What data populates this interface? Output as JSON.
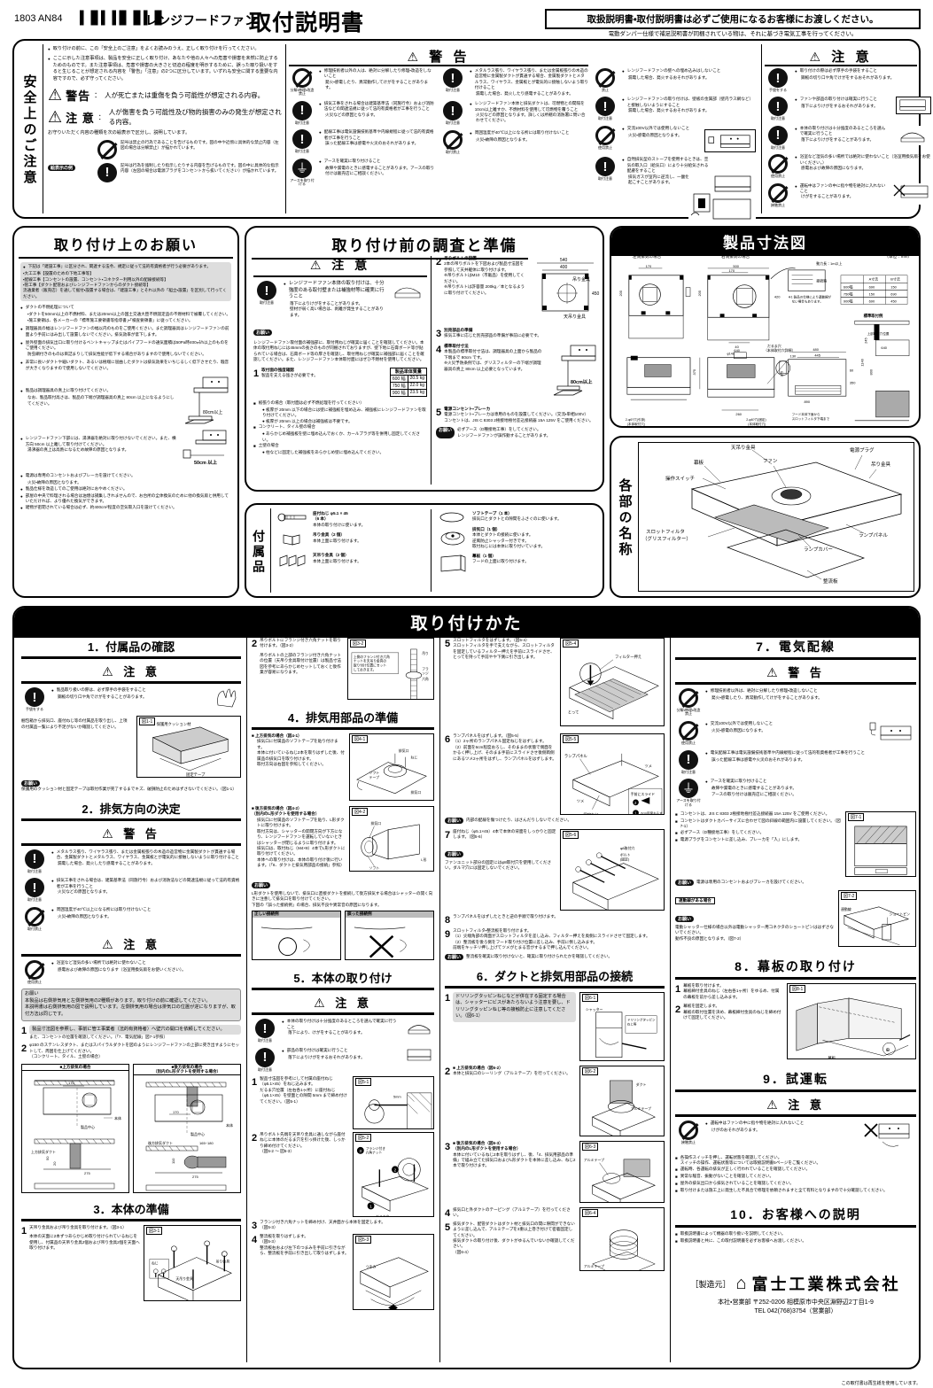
{
  "header": {
    "doc_code": "1803 AN84",
    "barcode": "barcode",
    "product_kind": "レンジフードファン",
    "title": "取付説明書",
    "notice_box": "取扱説明書・取付説明書は必ずご使用になるお客様にお渡しください。",
    "notice_sub": "電動ダンパー仕様で補足説明書が同梱されている物は、それに基づき電気工事を行ってください。"
  },
  "safety": {
    "side_title": "安全上のご注意",
    "intro": [
      "取り付けの前に、この「安全上のご注意」をよくお読みのうえ、正しく取り付けを行ってください。",
      "ここに示した注意事項は、製品を安全に正しく取り付け、あなたや他の人々への危害や損害を未然に防止するためのものです。また注意事項は、危害や損害の大きさと切迫の程度を明示するために、誤った取り扱いをすると生じることが想定される内容を「警告」「注意」の2つに区分しています。いずれも安全に関する重要な内容ですので、必ず守ってください。"
    ],
    "warning_def": {
      "label": "警告",
      "text": "人が死亡または重傷を負う可能性が想定される内容。"
    },
    "caution_def": {
      "label": "注 意",
      "text": "人が傷害を負う可能性及び物的損害のみの発生が想定される内容。"
    },
    "symbol_lead": "お守りいただく内容の種類を次の絵表示で区分し、説明しています。",
    "symbol_badge": "絵表示の例",
    "symbols": [
      {
        "icon": "prohibition-icon",
        "text": "記号は禁止の行為であることを告げるものです。図の中や近傍に具体的な禁止内容（左図の場合は分解禁止）が描かれています。"
      },
      {
        "icon": "mandatory-icon",
        "text": "記号は行為を強制したり指示したりする内容を告げるものです。図の中に具体的な指示内容（左図の場合は電源プラグをコンセントから抜いてください）が描かれています。"
      }
    ],
    "warning_heading": "警 告",
    "caution_heading": "注 意",
    "warnings_col1": [
      {
        "icon": "disassembly-prohibited-icon",
        "cap": "分解・修理・改造禁止",
        "title": "修理技術者以外の人は、絶対に分解したり修理・改造をしないこと",
        "sub": "発火・感電したり、異常動作してけがをすることがあります。"
      },
      {
        "icon": "mandatory-icon",
        "cap": "取付注意",
        "title": "排気工事をされる場合は建築基準法（同施行令）および消防法などの関連法規に従って法的有資格者が工事を行うこと",
        "sub": "火災などの原因となります。"
      },
      {
        "icon": "mandatory-icon",
        "cap": "取付注意",
        "title": "配線工事は電気設備技術基準や内線規程に従って法的有資格者が工事を行うこと",
        "sub": "誤った配線工事は感電や火災のおそれがあります。"
      },
      {
        "icon": "earth-icon",
        "cap": "アースを取り付ける",
        "title": "アースを確実に取り付けること",
        "sub": "故障や漏電のときに感電することがあります。アースの取り付けは販売店にご相談ください。"
      }
    ],
    "warnings_col2": [
      {
        "icon": "mandatory-icon",
        "cap": "取付注意",
        "title": "メタルラス張り、ワイヤラス張り、または金属板張りの木造の造営物に金属製ダクトが貫通する場合、金属製ダクトとメタルラス、ワイヤラス、金属板とが電気的に接触しないよう取り付けること",
        "sub": "漏電した場合、発火したり感電することがあります。"
      },
      {
        "icon": "mandatory-icon",
        "cap": "取付注意",
        "title": "レンジフードファン本体と排気ダクトは、可燃物との間隔を10cm以上離すか、不燃材料を使用して可燃物を覆うこと",
        "sub": "火災などの原因となります。詳しくは所轄の消防署に問い合わせてください。"
      },
      {
        "icon": "prohibition-icon",
        "cap": "取付禁止",
        "title": "周囲温度が40℃以上になる所には取り付けないこと",
        "sub": "火災・故障の原因となります。"
      }
    ],
    "warnings_col3": [
      {
        "icon": "prohibition-icon",
        "cap": "禁止",
        "title": "レンジフードファンの壁への埋め込みはしないこと",
        "sub": "漏電した場合、発火するおそれがあります。"
      },
      {
        "icon": "mandatory-icon",
        "cap": "取付注意",
        "title": "レンジフードファンの取り付けは、壁板の金属部（壁内ラス網など）と接触しないようにすること",
        "sub": "漏電した場合、発火するおそれがあります。"
      },
      {
        "icon": "prohibition-icon",
        "cap": "使用禁止",
        "title": "交流100V以外では使用しないこと",
        "sub": "火災・感電の原因となります。"
      },
      {
        "icon": "mandatory-icon",
        "cap": "取付注意",
        "title": "自然排気型のストーブを使用するときは、空気の取入口（給気口）により十分給気される配慮をすること",
        "sub": "排気ガスが室内に逆流し、一酸化炭素中毒を起こすことがあります。"
      }
    ],
    "cautions": [
      {
        "icon": "mandatory-icon",
        "cap": "手袋をする",
        "title": "取り付けの際は必ず厚手の手袋をすること",
        "sub": "鋼板の切り口や角でけがをするおそれがあります。"
      },
      {
        "icon": "mandatory-icon",
        "cap": "取付注意",
        "title": "ファンや部品の取り付けは確実に行うこと",
        "sub": "落下によりけがをするおそれがあります。"
      },
      {
        "icon": "mandatory-icon",
        "cap": "取付注意",
        "title": "本体の取り付けは十分強度のあるところを選んで確実に行うこと",
        "sub": "落下によりけがをすることがあります。"
      },
      {
        "icon": "prohibition-icon",
        "cap": "使用禁止",
        "title": "浴室など湿気の多い場所では絶対に使わないこと（浴室用換気扇をお使いください。）",
        "sub": "感電および故障の原因になります。"
      },
      {
        "icon": "no-touch-icon",
        "cap": "接触禁止",
        "title": "運転中はファンの中に指や物を絶対に入れないこと",
        "sub": "けがをすることがあります。"
      }
    ]
  },
  "request": {
    "title": "取り付け上のお願い",
    "gray_block": {
      "lead": "下記は「建設工事」に区分され、関連する法令、規定に従って法的有資格者が行う必要があります。",
      "items": [
        "・大工工事【設置のための下地工事等】",
        "・配線工事【コンセントの設置、コンセント・コネクター利用以外の配線接続等】",
        "・管工事【ダクト配管およびレンジフードファンからのダクト接続等】"
      ],
      "tail": "流通業者（販売店）を通して据付・設置する場合は、「建設工事」とそれ以外の「組立・設置」を区別して行ってください。"
    },
    "items": [
      {
        "head": "ダクトの不燃処理について",
        "lines": [
          "・ダクトを50mm以上の不燃材料、または20mm以上の国土交通大臣不燃認定品の不燃材料で被覆してください。",
          "・施工要領は、各メーカーの「標準施工要領書等指導書」・「検査要領書」に従ってください。"
        ]
      },
      {
        "head": "調理器具の幅はレンジフードファンの幅以内のものをご使用ください。また調理器具はレンジフードファンの前面より手前にはみ出して設置しないでください。排気効率が低下します。",
        "lines": []
      },
      {
        "head": "屋外壁面の排気出口に取り付けるベントキャップまたはパイプフードの通気面積は50Pa時400㎥/h以上のものをご使用ください。",
        "lines": [
          "防虫網付きのものは目詰まりして排気性能が低下する場合がありますので使用しないでください。"
        ]
      },
      {
        "head": "非常に長いダクトや細いダクト、あるいは極端に屈曲したダクトは排気効果をいちじるしく低下させたり、騒音が大きくなりますので使用しないでください。",
        "lines": []
      },
      {
        "head": "製品は調理器具の真上に取り付けてください。",
        "lines": [
          "なお、製品取付高さは、製品の下端が調理器具の真上 80cm 以上になるようにしてください。"
        ]
      },
      {
        "head": "レンジフードファン下部には、湯沸器を絶対に取り付けないでください。また、横方向 50cm 以上離して取り付けてください。",
        "lines": [
          "湯沸器の真上は高熱になるため故障の原因となります。"
        ]
      },
      {
        "head": "電源は専用のコンセントおよびブレーカを設けてください。",
        "lines": [
          "火災・故障の原因となります。"
        ]
      },
      {
        "head": "製品仕様を改造してのご使用は絶対におやめください。",
        "lines": []
      },
      {
        "head": "部屋の中央で料理される場合は油煙は捕集しきれませんので、お台所の全体換気のために他の換気扇と併用していただければ、より優れた換気ができます。",
        "lines": []
      },
      {
        "head": "建物が密閉されている場合は必ず、約400cm²程度の空気取入口を設けてください。",
        "lines": []
      }
    ],
    "fig_caption_80": "80cm以上",
    "fig_caption_50": "50cm 以上"
  },
  "survey": {
    "title": "取り付け前の調査と準備",
    "caution_heading": "注 意",
    "caution": {
      "icon": "mandatory-icon",
      "cap": "取付注意",
      "title": "レンジフードファン本体の取り付けは、十分強度のある取付壁または補強材等に確実に行うこと",
      "sub": "落下によりけがをすることがあります。\n壁材が弱く高い場合は、剥離が発生することがあります。"
    },
    "onegai_badge": "お願い",
    "onegai_text": "レンジフードファン取付面の補強部に、取付用ねじが確実に届くことを確認してください。本体の取付用ねじには45mmの長さのものが同梱されておりますが、壁下地に石膏ボード等が貼られている場合は、石膏ボード等の厚さを確認し、取付用ねじが確実に補強部に届くことを確認してください。また、レンジフードファン本体取付面にはぜひ不燃材を使用してください。",
    "steps": [
      {
        "n": "1",
        "head": "取付面の強度確認",
        "body": "製品を支える強さが必要です。"
      },
      {
        "n": "2",
        "head": "吊りボルトの設置",
        "body": "2本の吊りボルトを下図および製品寸法図を参照して天井躯体に取り付けます。\n※吊りボルトはM10（市販品）を使用してください。\n※吊りボルトは許容量 200kg／本となるように取り付けてください。"
      },
      {
        "n": "3",
        "head": "別売部品の準備",
        "body": "排気工事に応じた別売部品の準備が事前に必要です。"
      },
      {
        "n": "4",
        "head": "標準取付寸法",
        "body": "本製品の標準取付寸法は、調理器具の上面から製品の下端まで 80cm です。\n※火災予防条例では、グリスフィルターの下端が調理器具の真上 80cm 以上必要となっています。"
      },
      {
        "n": "5",
        "head": "電源コンセント・ブレーカ",
        "body": "電源コンセント・ブレーカは専用のものを設置してください。（交流・単相100V）\nコンセントは、JIS C 8303 2極接地極付差込接続器 15A 125V をご使用ください。"
      }
    ],
    "weight_table": {
      "title": "製品単体質量",
      "rows": [
        [
          "600 幅",
          "20.5 kg"
        ],
        [
          "750 幅",
          "22.0 kg"
        ],
        [
          "900 幅",
          "23.5 kg"
        ]
      ]
    },
    "wall_types": [
      {
        "head": "板張りの場合（取付面は必ず不燃処理を行ってください）",
        "lines": [
          "●  板厚が 20mm 以下の場合には壁に補強板を埋め込み、補強板にレンジフードファンを取り付けてください。",
          "●  板厚が 20mm 以上の場合は補強板は不要です。"
        ]
      },
      {
        "head": "コンクリート、タイル壁の場合",
        "lines": [
          "●  あらかじめ補強板を壁に埋め込んでおくか、カールプラグ等を併用し固定してください。"
        ]
      },
      {
        "head": "土壁の場合",
        "lines": [
          "●  柱などに固定した補強板をあらかじめ壁に埋め込んでください。"
        ]
      }
    ],
    "final_note_badge": "お願い",
    "final_note": "必ずアース（D種接地工事）をしてください。\nレンジフードファンが誤作動することがあります。",
    "fig_dims": [
      "540",
      "400",
      "450",
      "吊り金具",
      "天吊り金具"
    ],
    "fig80": "80cm以上"
  },
  "dimensions": {
    "title": "製品寸法図",
    "unit": "（単位：mm）",
    "labels": {
      "left_exhaust": "左側排気の場合",
      "right_exhaust": "右側排気の場合",
      "cord": "動力長：1m以上",
      "junction": "接続箱",
      "footnote": "※1 製品の仕様により連動線がない場合もあります。",
      "daruma": "だるま穴\n（本体取付穴詳細）",
      "standard_example": "標準取付例",
      "hood_note": "フード本体下面から\nスロットフィルタ下端まで",
      "screw_hole_a": "2-φ6？穴（引掛）\n（本体取付穴）",
      "screw_hole_b": "2-φ6？穴（固定）\n（本体取付穴）",
      "upper_hole": "上部取付穴位置"
    },
    "table": {
      "headers": [
        "",
        "A寸法",
        "B寸法"
      ],
      "rows": [
        [
          "600幅",
          "690",
          "150"
        ],
        [
          "750幅",
          "150",
          "690"
        ],
        [
          "900幅",
          "690",
          "450"
        ]
      ]
    },
    "dims": [
      "500",
      "170",
      "205",
      "420",
      "40",
      "540",
      "480",
      "130",
      "445",
      "60",
      "375",
      "350",
      "890",
      "640",
      "1140",
      "600",
      "275",
      "260",
      "245",
      "165"
    ]
  },
  "parts": {
    "side_title": "各部の名称",
    "callouts": [
      "天吊り金具",
      "電源プラグ",
      "吊り金具",
      "幕板",
      "ファン",
      "操作スイッチ",
      "スロットフィルタ\n（グリスフィルター）",
      "ランプカバー",
      "ランプパネル",
      "整流板"
    ]
  },
  "accessories": {
    "side_title": "付属品",
    "items": [
      {
        "icon": "screw-icon",
        "name": "座付ねじ φ5.1 × 45\n（6 本）",
        "desc": "本体の取り付けに使います。"
      },
      {
        "icon": "bracket-icon",
        "name": "吊り金具（2 個）",
        "desc": "本体上面に取り付けます。"
      },
      {
        "icon": "ceiling-bracket-icon",
        "name": "天吊り金具（2 個）",
        "desc": "本体上面に取り付けます。"
      },
      {
        "icon": "soft-tape-icon",
        "name": "ソフトテープ（1 本）",
        "desc": "排気口とダクトとの隙間をふさぐのに使います。"
      },
      {
        "icon": "exhaust-port-icon",
        "name": "排気口（1 個）",
        "desc": "本体とダクトの接続に使います。\n逆風防止シャッター付きです。\n取付ねじには本体に取り付いています。"
      },
      {
        "icon": "front-panel-icon",
        "name": "幕板（1 個）",
        "desc": "フードの上面に取り付けます。"
      }
    ]
  },
  "install": {
    "title": "取り付けかた",
    "s1": {
      "title": "1．付属品の確認",
      "caution_heading": "注 意",
      "caution": {
        "icon": "mandatory-icon",
        "cap": "手袋をする",
        "title": "製品取り扱いの際は、必ず厚手の手袋をすること",
        "sub": "鋼板の切り口や角でけがをすることがあります。"
      },
      "body": "梱包箱から排気口、座付ねじ等の付属品を取り出し、上項の付属品一覧により不足がないか確認してください。",
      "onegai_badge": "お願い",
      "onegai": "保護用のクッション材と固定テープは取付作業が完了するまでキズ、破損防止のためはずさないでください。（図1-1）",
      "fig": "図1-1",
      "fig_labels": [
        "保護用クッション材",
        "固定テープ"
      ]
    },
    "s2": {
      "title": "2．排気方向の決定",
      "warning_heading": "警 告",
      "warnings": [
        {
          "icon": "mandatory-icon",
          "cap": "取付注意",
          "title": "メタルラス張り、ワイヤラス張り、または金属板張りの木造の造営物に金属製ダクトが貫通する場合、金属製ダクトとメタルラス、ワイヤラス、金属板とが電気的に接触しないように取り付けること",
          "sub": "漏電した場合、発火したり感電することがあります。"
        },
        {
          "icon": "mandatory-icon",
          "cap": "取付注意",
          "title": "排気工事をされる場合は、建築基準法（同施行令）および消防法などの関連法規に従って法的有資格者が工事を行うこと",
          "sub": "火災などの原因となります。"
        },
        {
          "icon": "prohibition-icon",
          "cap": "取付禁止",
          "title": "周囲温度が40℃以上になる所には取り付けないこと",
          "sub": "火災・故障の原因となります。"
        }
      ],
      "caution_heading": "注 意",
      "cautions": [
        {
          "icon": "prohibition-icon",
          "cap": "使用禁止",
          "title": "浴室など湿気の多い場所では絶対に使わないこと",
          "sub": "感電および故障の原因になります（浴室用換気扇をお使いください）。"
        }
      ],
      "onegai_box": "お願い\n本製品は右側排気用と左側排気用の2種類があります。取り付けの前に確認してください。\n本説明書は右側排気用の図で説明しています。左側排気用の場合は排気口の位置が逆になりますが、取付方法は同じです。",
      "steps": [
        {
          "n": "1",
          "gray": "製品寸法図を参照し、事前に管工事業者（法的有資格者）へ壁穴の開口を依頼してください。",
          "body": "また、コンセントの位置を確認してください。（「7．電気配線」図7-1参照）"
        },
        {
          "n": "2",
          "gray": "",
          "body": "φ150 のステンレスダクト、またはスパイラルダクトを図のようにレンジフードファンの上部に突き出すようにセットして、周囲を仕上げてください。\n（コンクリート、タイル、土壁の場合）"
        }
      ],
      "fig_a_title": "■上方排気の場合",
      "fig_b_title": "■後方排気の場合\n（別内のL形ダクトを使用する場合）",
      "fig_labels": [
        "170",
        "本体",
        "製品中心",
        "上方排気ダクト",
        "後方排気ダクト",
        "165～180",
        "275",
        "50",
        "20",
        "110"
      ]
    },
    "s3": {
      "title": "3．本体の準備",
      "steps": [
        {
          "n": "1",
          "head": "天吊り金具および吊り金具を取り付けます。（図3-1）",
          "body": "本体の天面に2本ずつあらかじめ取り付けられているねじを使用し、付属品の天吊り金具2個および吊り金具2個を天面へ取り付けます。",
          "fig": "図3-1"
        },
        {
          "n": "2",
          "head": "吊りボルトにフランジ付き六角ナットを取り付けます。（図3-2）",
          "body": "吊りボルトの上部のフランジ付き六角ナットの位置（天吊り金具取付け位置）は製品寸法図を参考にあらかじめセットしておくと後作業が容易になります。",
          "fig": "図3-2"
        }
      ],
      "fig_labels": [
        "ねじ",
        "吊り金具",
        "天吊り金具",
        "吊りボルト",
        "フランジ付き六角ナット",
        "上部のフランジ付き六角ナットを天吊り金具の取り付け位置にセットしておきます。"
      ]
    },
    "s4": {
      "title": "4．排気用部品の準備",
      "blocks": [
        {
          "head": "■ 上方排気の場合（図4-1）",
          "body": "排気口に付属品のソフトテープを貼り付けます。\n本体に付いているねじ2本を取りはずした後、付属品の排気口を取り付けます。\n取付方向は右図を参照してください。",
          "fig": "図4-1"
        },
        {
          "head": "■ 後方排気の場合（図4-2）\n（別内のL形ダクトを使用する場合）",
          "body": "排気口に付属品のソフトテープを貼り、L形ダクトに取り付けます。\n取付方向は、シャッターの開閉方向が下方になり、レンジフードファンを運転していないときはシャッターが閉じるように取り付けます。\n排気口は、取付ねじ（M4×8）4本でL形ダクトに取り付けてください。\n本体への取り付けは、本体の取り付け後に行います。（「6．ダクトと排気用部品の接続」参照）",
          "fig": "図4-2"
        }
      ],
      "onegai_badge": "お願い",
      "onegai": "L形ダクトを使用しないで、排気口に直接ダクトを接続して後方排気する場合はシャッターの開く向きに注意して排気口を取り付けてください。\n下図の「誤った接続例」の場合、排気不良や異常音の原因になります。",
      "fig_ok": "正しい接続例",
      "fig_ng": "誤った接続例",
      "fig_labels": [
        "排気口",
        "ソフトテープ",
        "L形ダクト"
      ]
    },
    "s5": {
      "title": "5．本体の取り付け",
      "caution_heading": "注 意",
      "cautions": [
        {
          "icon": "mandatory-icon",
          "cap": "取付注意",
          "title": "本体の取り付けは十分強度のあるところを選んで確実に行うこと",
          "sub": "落下により、けがをすることがあります。"
        },
        {
          "icon": "mandatory-icon",
          "cap": "取付注意",
          "title": "部品の取り付けは確実に行うこと",
          "sub": "落下によりけがをするおそれがあります。"
        }
      ],
      "steps": [
        {
          "n": "1",
          "body": "製品寸法図を参考にして付属の座付ねじ（φ5.1×45）をねじ込みます。\nだるま穴位置（左右各1ヶ所）に座付ねじ（φ5.1×45）を壁面との隙間 5mm まで締め付けてください。（図5-1）",
          "fig": "図5-1"
        },
        {
          "n": "2",
          "body": "吊りボルト先端を天吊り金具に通しながら座付ねじに本体のだるま穴を引っ掛けた後、しっかり締め付けてください。\n（図5-2 〜 図5-3）",
          "fig": "図5-2"
        },
        {
          "n": "3",
          "body": "フランジ付き六角ナットを締め付け、天井面から本体を固定します。\n（図5-3）",
          "fig": "図5-3"
        },
        {
          "n": "4",
          "body": "整流板を取りはずします。\n（図5-3）\n整流板右および左下のつまみを手前に引きながら、整流板を手前に引き出して取りはずします。",
          "fig": "図5-3"
        },
        {
          "n": "5",
          "body": "スロットフィルタをはずします。（図5-4）\nスロットフィルタを手で支えながら、スロットフィルタを固定しているフィルター押えを手前にスライドさせ、とってを持って手前やや下側に引き出します。",
          "fig": "図5-4"
        },
        {
          "n": "6",
          "body": "ランプパネルをはずします。（図5-5）\n（1）2ヶ所のランプパネル固定ねじをはずします。\n（2）前面を6cm程度おろし、そのままの状態で側面をかるく押し上げ、そのまま手前にスライドさせ後側両側にあるツメ2ヶ所をはずし、ランプパネルをはずします。",
          "fig": "図5-5"
        },
        {
          "n": "7",
          "body": "座付ねじ（φ5.1×45）4本で本体の背面をしっかりと固定します。（図5-6）",
          "fig": "図5-6"
        }
      ],
      "onegai_badge": "お願い",
      "onegai_5": "内部の配線を傷つけたり、はさんだりしないでください。",
      "onegai_7": "ファンユニット部分の固定にはφ8取付穴を使用してください。ダルマ穴には固定しないでください。",
      "tail_steps": [
        {
          "n": "8",
          "body": "ランプパネルをはずしたときと逆の手順で取り付けます。"
        },
        {
          "n": "9",
          "body": "スロットフィルタ・整流板を取り付けます。\n（1）尖端角部の両面がスロットフィルタを差し込み、フィルター押えを奥側にスライドさせて固定します。\n（2）整流板を後ろ側をフード取り付け位置に差し込み、手前に倒し込みます。\n前端をキッチリ押し上げてツメがとまる音がするまで押し込んでください。"
        }
      ],
      "onegai_tail": "整流板を確実に取り付けないと、確実に取り付けられたかを確認してください。",
      "fig_labels": [
        "フィルター押え",
        "とって",
        "スロットフィルタ",
        "ランプパネル",
        "ツメ",
        "固定ねじ",
        "手前にスライド",
        "6cm程度おろす",
        "ボルト（固定）",
        "手前取りはずし"
      ]
    },
    "s6": {
      "title": "6．ダクトと排気用部品の接続",
      "steps": [
        {
          "n": "1",
          "gray": "ドリリングタッピンねじなどが併在する固定する場合は、シャッターにビスがあたらないよう注意を要し、ドリリングタッピンねじ等の接触防止に注意してください。（図6-1）",
          "body": "",
          "fig": "図6-1"
        },
        {
          "n": "2",
          "head": "■ 上方排気の場合（図6-2）",
          "body": "本体と排気口のシーリング（アルミテープ）を行ってください。",
          "fig": "図6-2"
        },
        {
          "n": "3",
          "head": "■ 後方排気の場合（図6-3）\n（別内のL形ダクトを使用する場合）",
          "body": "本体に付いているねじ2本を取りはずし、後、「4．排気用部品の準備」で組み立てた排気口およびL形ダクトを本体に差し込み、ねじ2本で取り付けます。",
          "fig": "図6-3"
        },
        {
          "n": "4",
          "body": "排気口と外ダクトのテーピング（アルミテープ）を行ってください。",
          "fig": "図6-4"
        },
        {
          "n": "5",
          "body": "排気ダクト、配管ダクトはダクト材と排気口の間に隙間ができないように差し込んで、アルミテープを3重以上巻き付けて密着固定してください。\n排気ダクトの取り付け後、ダクトがゆるんでいないか確認してください。\n（図6-4）",
          "fig": "図6-4"
        }
      ],
      "onegai_badge": "お願い",
      "fig_labels": [
        "シャッター",
        "ドリリングタッピンねじ等",
        "ダクト",
        "アルミテープ",
        "アルミテープ"
      ]
    },
    "s7": {
      "title": "7．電気配線",
      "warning_heading": "警 告",
      "warnings": [
        {
          "icon": "disassembly-prohibited-icon",
          "cap": "分解・修理・改造禁止",
          "title": "修理技術者以外は、絶対に分解したり修理・改造しないこと",
          "sub": "発火・感電したり、異常動作してけがをすることがあります。"
        },
        {
          "icon": "prohibition-icon",
          "cap": "使用禁止",
          "title": "交流100V以外では使用しないこと",
          "sub": "火災・感電の原因になります。"
        },
        {
          "icon": "mandatory-icon",
          "cap": "取付注意",
          "title": "電気配線工事は電気設備技術基準や内線規程に従って法的有資格者が工事を行うこと",
          "sub": "誤った配線工事は感電や火災のおそれがあります。"
        },
        {
          "icon": "earth-icon",
          "cap": "アースを取り付ける",
          "title": "アースを確実に取り付けること",
          "sub": "故障や漏電のときに感電することがあります。\nアースの取り付けは販売店にご相談ください。"
        }
      ],
      "bullets": [
        "コンセントは、JIS C 8303 2極接地極付差込接続器 15A 125V をご使用ください。",
        "コンセントはダクトカバーサイズに合わせて図の斜線の範囲内に設置してください。（図7-1）",
        "必ずアース（D種接地工事）をしてください。",
        "電源プラグをコンセントに差し込み、ブレーカを「入」にします。"
      ],
      "onegai_badge": "お願い",
      "onegai": "電源は専用のコンセントおよびブレーカを設けてください。",
      "sub_head": "連動線がある場合",
      "sub_onegai_badge": "お願い",
      "sub_onegai": "電動シャッター仕様の場合以外は電動シャッター用コネクタのショートピンははずさないでください。\n動作不良の原因となります。（図7-2）",
      "figs": [
        "図7-1",
        "図7-2"
      ],
      "fig_labels": [
        "ショートピン",
        "連動線"
      ]
    },
    "s8": {
      "title": "8．幕板の取り付け",
      "steps": [
        {
          "n": "1",
          "body": "幕板を取り付けます。\n幕板締付金具のねじ（左右各1ヶ所）をゆるめ、付属の幕板を前から差し込みます。"
        },
        {
          "n": "2",
          "body": "幕板を固定します。\n幕板の取付位置を決め、幕板締付金具のねじを締め付けて固定してください。"
        }
      ],
      "fig": "図8-1",
      "fig_labels": [
        "幕板",
        "固定ねじ"
      ]
    },
    "s9": {
      "title": "9．試運転",
      "caution_heading": "注 意",
      "caution": {
        "icon": "no-touch-icon",
        "cap": "接触禁止",
        "title": "運転中はファンの中に指や物を絶対に入れないこと",
        "sub": "けがのおそれがあります。"
      },
      "bullets": [
        "各操作スイッチを押し、運転状態を確認してください。\nスイッチの操作、運転状態等については取扱説明書5ページをご覧ください。",
        "運転時、各運転の排気が正しく行われていることを確認してください。",
        "異常な騒音、振動がないことを確認してください。",
        "屋外の排気出口から排気されていることを確認してください。",
        "取り付けまたは施工上に発生した不具合で修理を依頼されますと全て有料となりますので十分確認してください。"
      ]
    },
    "s10": {
      "title": "10．お客様への説明",
      "bullets": [
        "取扱説明書によって機器の取り扱いを説明してください。",
        "取扱説明書と共に、この取付説明書を必ずお客様へお渡しください。"
      ]
    }
  },
  "footer": {
    "maker_label": "［製造元］",
    "company": "富士工業株式会社",
    "address": "本社・営業部 〒252-0206 相模原市中央区淵野辺2丁目1-9",
    "tel": "TEL 042(768)3754（営業部）",
    "recycle": "この取付書は再生紙を使用しています。"
  }
}
